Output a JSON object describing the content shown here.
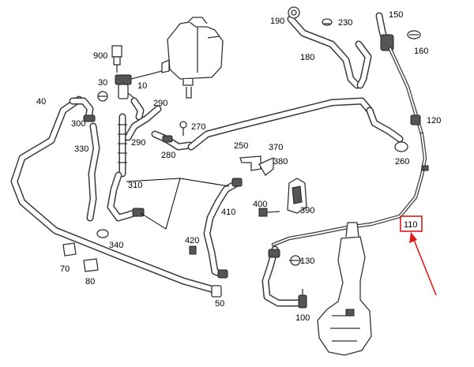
{
  "labels": {
    "l190": "190",
    "l230": "230",
    "l150": "150",
    "l180": "180",
    "l160": "160",
    "l900": "900",
    "l30": "30",
    "l10": "10",
    "l40": "40",
    "l290a": "290",
    "l300": "300",
    "l270": "270",
    "l120": "120",
    "l290b": "290",
    "l330": "330",
    "l280": "280",
    "l250": "250",
    "l370": "370",
    "l260": "260",
    "l380": "380",
    "l310": "310",
    "l410": "410",
    "l400": "400",
    "l390": "390",
    "l110": "110",
    "l340": "340",
    "l420": "420",
    "l70": "70",
    "l130": "130",
    "l80": "80",
    "l50": "50",
    "l100": "100"
  },
  "highlight": {
    "part": "110",
    "color": "#e01a1a"
  }
}
